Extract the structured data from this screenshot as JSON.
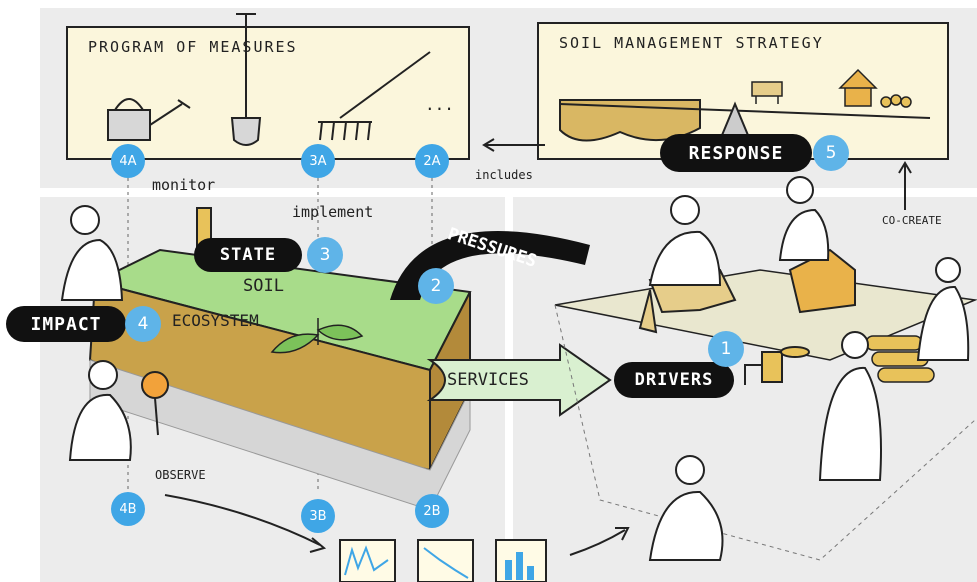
{
  "top_left_box": {
    "title": "PROGRAM OF MEASURES"
  },
  "top_right_box": {
    "title": "SOIL MANAGEMENT STRATEGY"
  },
  "labels": {
    "monitor": "monitor",
    "implement": "implement",
    "includes": "includes",
    "co_create": "CO-CREATE",
    "observe": "OBSERVE",
    "soil": "SOIL",
    "ecosystem": "ECOSYSTEM",
    "ellipsis": "..."
  },
  "pills": {
    "state": "STATE",
    "pressures": "PRESSURES",
    "impact": "IMPACT",
    "services": "SERVICES",
    "drivers": "DRIVERS",
    "response": "RESPONSE"
  },
  "numbers": {
    "state": "3",
    "pressures": "2",
    "impact": "4",
    "drivers": "1",
    "response": "5"
  },
  "step_labels": {
    "a4": "4A",
    "a3": "3A",
    "a2": "2A",
    "b4": "4B",
    "b3": "3B",
    "b2": "2B"
  },
  "colors": {
    "badge": "#5fb4e8",
    "pill": "#111111",
    "box": "#fbf6dc",
    "grass": "#a8dc8a",
    "soil": "#c9a24a"
  },
  "icons": [
    "watering-can-icon",
    "spade-icon",
    "rake-icon",
    "seesaw-icon",
    "cow-icon",
    "house-icon",
    "tap-icon",
    "magnifier-icon",
    "chart-icon"
  ]
}
